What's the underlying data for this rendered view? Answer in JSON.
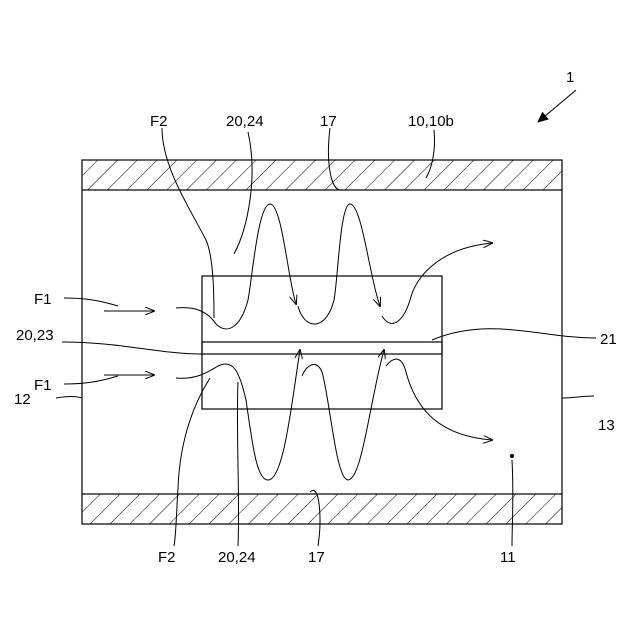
{
  "labels": {
    "device": "1",
    "wall": "10,10b",
    "ridge_top": "17",
    "ridge_bottom": "17",
    "fin_top": "20,24",
    "fin_bottom": "20,24",
    "f2_top": "F2",
    "f2_bottom": "F2",
    "f1_top": "F1",
    "f1_bottom": "F1",
    "plate": "20,23",
    "divider": "21",
    "inlet": "12",
    "outlet": "13",
    "channel": "11"
  }
}
